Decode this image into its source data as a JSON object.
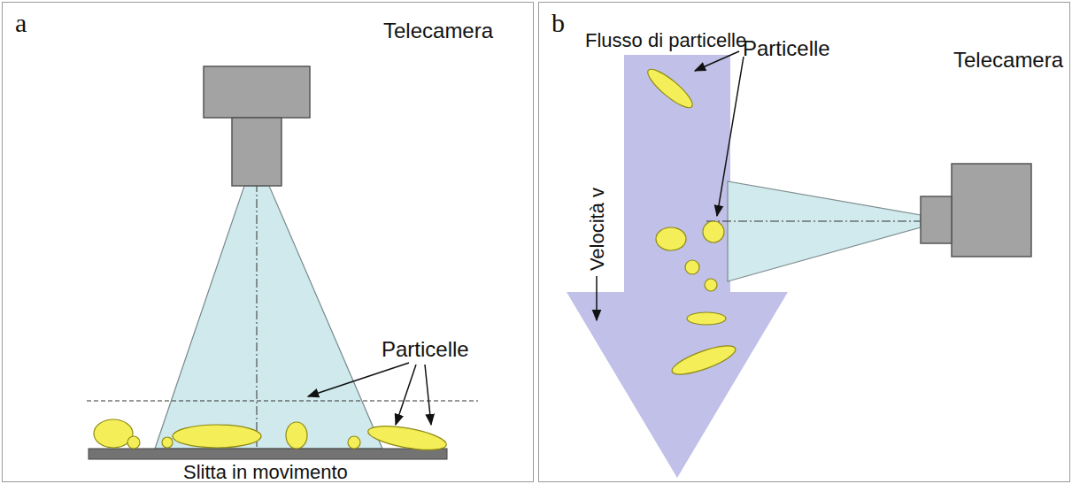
{
  "diagram": {
    "nodes": [
      {
        "text": [
          "a",
          "Telecamera",
          "Particelle",
          "Slitta in movimento"
        ]
      },
      {
        "text": [
          "b",
          "Flusso di particelle",
          "Particelle",
          "Telecamera",
          "Velocità v"
        ]
      }
    ]
  }
}
